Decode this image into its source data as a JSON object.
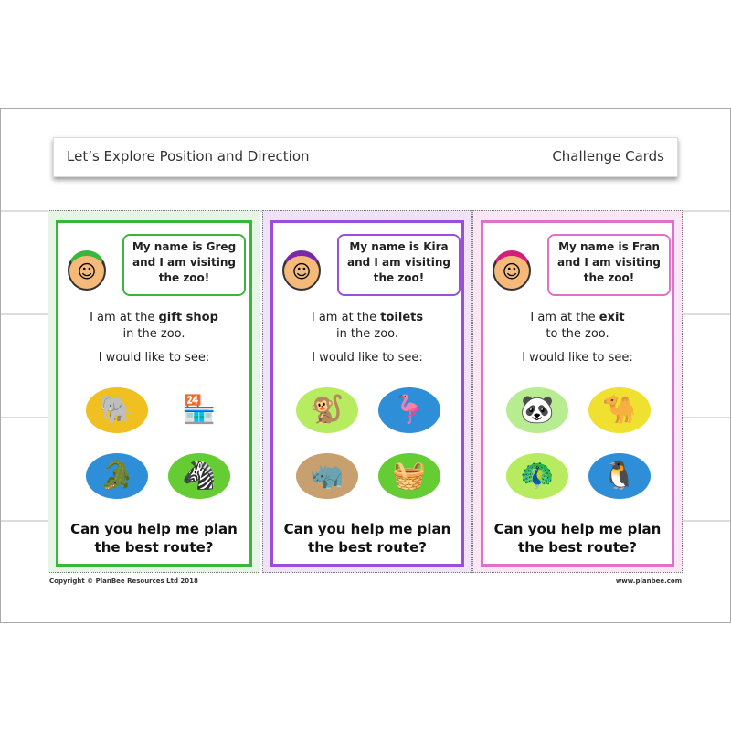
{
  "header": {
    "title": "Let’s Explore Position and Direction",
    "subtitle": "Challenge Cards"
  },
  "cards": [
    {
      "color": "#3cb53c",
      "tint": "#e6f5e6",
      "hair": "#3cb53c",
      "speech": "My name is Greg and I am visiting the zoo!",
      "loc_pre": "I am at the ",
      "loc_bold": "gift shop",
      "loc_post": "in the zoo.",
      "see": "I would like to see:",
      "items": [
        {
          "icon": "elephant-icon",
          "glyph": "🐘",
          "bg": "#f0c020"
        },
        {
          "icon": "cafe-icon",
          "glyph": "🏪",
          "bg": "#fff"
        },
        {
          "icon": "crocodile-icon",
          "glyph": "🐊",
          "bg": "#2e8fd8"
        },
        {
          "icon": "zebra-icon",
          "glyph": "🦓",
          "bg": "#66cc33"
        }
      ],
      "question": "Can you help me plan the best route?"
    },
    {
      "color": "#9a4fd6",
      "tint": "#efe3f8",
      "hair": "#7a2aa8",
      "speech": "My name is Kira and I am visiting the zoo!",
      "loc_pre": "I am at the ",
      "loc_bold": "toilets",
      "loc_post": "in the zoo.",
      "see": "I would like to see:",
      "items": [
        {
          "icon": "monkey-icon",
          "glyph": "🐒",
          "bg": "#b8ec60"
        },
        {
          "icon": "flamingo-icon",
          "glyph": "🦩",
          "bg": "#2e8fd8"
        },
        {
          "icon": "rhino-icon",
          "glyph": "🦏",
          "bg": "#c8a070"
        },
        {
          "icon": "picnic-area-icon",
          "glyph": "🧺",
          "bg": "#66cc33"
        }
      ],
      "question": "Can you help me plan the best route?"
    },
    {
      "color": "#e070c8",
      "tint": "#fbe6f5",
      "hair": "#d0207a",
      "speech": "My name is Fran and I am visiting the zoo!",
      "loc_pre": "I am at the ",
      "loc_bold": "exit",
      "loc_post": "to the zoo.",
      "see": "I would like to see:",
      "items": [
        {
          "icon": "panda-icon",
          "glyph": "🐼",
          "bg": "#b8ec90"
        },
        {
          "icon": "camel-icon",
          "glyph": "🐪",
          "bg": "#f0e030"
        },
        {
          "icon": "peacock-icon",
          "glyph": "🦚",
          "bg": "#b8ec60"
        },
        {
          "icon": "penguin-icon",
          "glyph": "🐧",
          "bg": "#2e8fd8"
        }
      ],
      "question": "Can you help me plan the best route?"
    }
  ],
  "footer": {
    "copyright": "Copyright © PlanBee Resources Ltd 2018",
    "website": "www.planbee.com"
  }
}
